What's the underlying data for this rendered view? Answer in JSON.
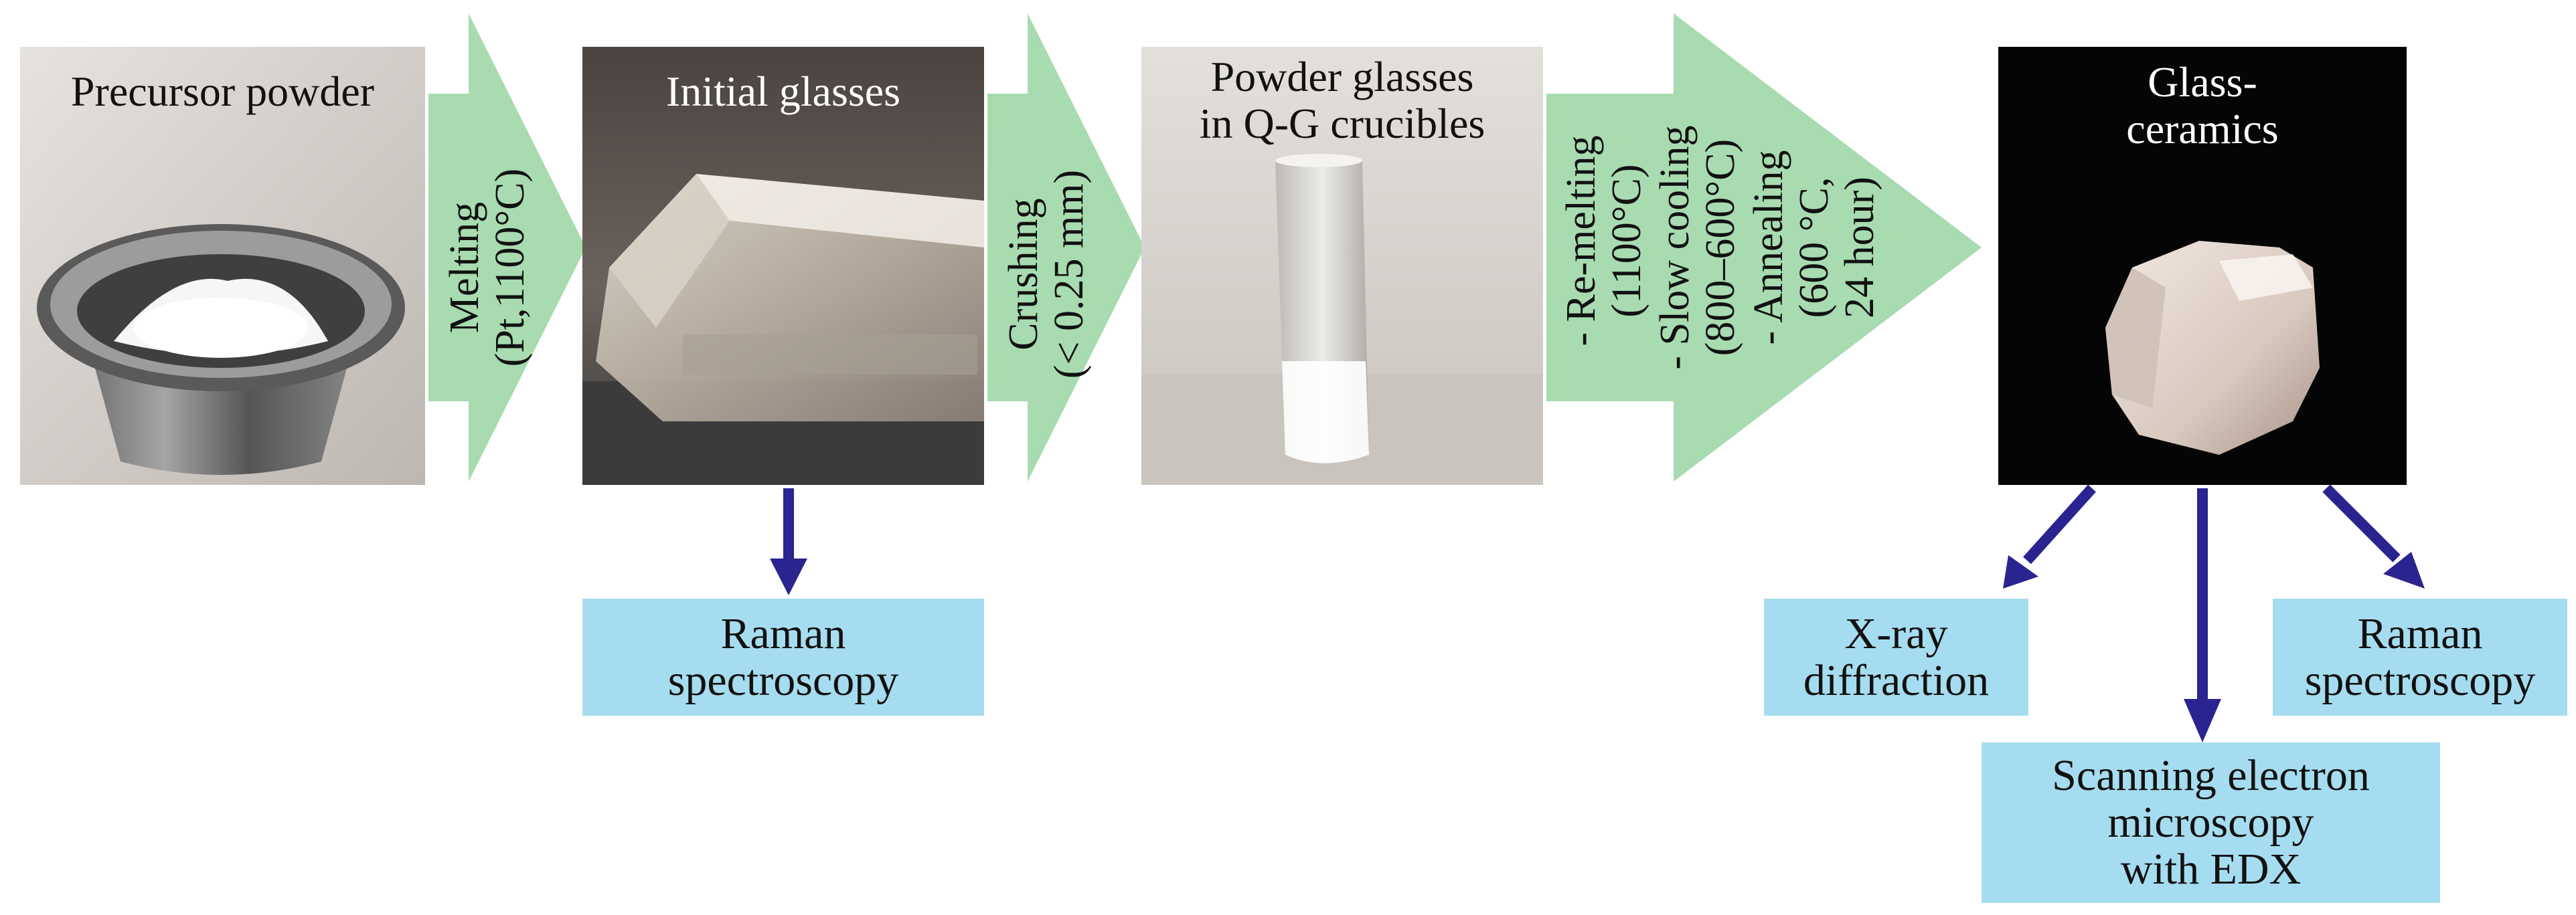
{
  "panels": {
    "precursor": {
      "title": "Precursor powder"
    },
    "initial": {
      "title": "Initial glasses"
    },
    "powder": {
      "title_line1": "Powder glasses",
      "title_line2": "in Q-G crucibles"
    },
    "ceramic": {
      "title_line1": "Glass-",
      "title_line2": "ceramics"
    }
  },
  "steps": {
    "melting": {
      "line1": "Melting",
      "line2": "(Pt,1100°C)"
    },
    "crushing": {
      "line1": "Crushing",
      "line2": "(< 0.25 mm)"
    },
    "remelt": {
      "line1": "- Re-melting",
      "line2": "(1100°C)",
      "line3": "- Slow cooling",
      "line4": "(800–600°C)",
      "line5": "- Annealing",
      "line6": "(600 °C,",
      "line7": "24 hour)"
    }
  },
  "results": {
    "raman1": {
      "line1": "Raman",
      "line2": "spectroscopy"
    },
    "xray": {
      "line1": "X-ray",
      "line2": "diffraction"
    },
    "sem": {
      "line1": "Scanning electron",
      "line2": "microscopy",
      "line3": "with EDX"
    },
    "raman2": {
      "line1": "Raman",
      "line2": "spectroscopy"
    }
  },
  "colors": {
    "process_arrow": "#a8dbb0",
    "result_box": "#a6dcef",
    "result_arrow": "#2a2490"
  }
}
